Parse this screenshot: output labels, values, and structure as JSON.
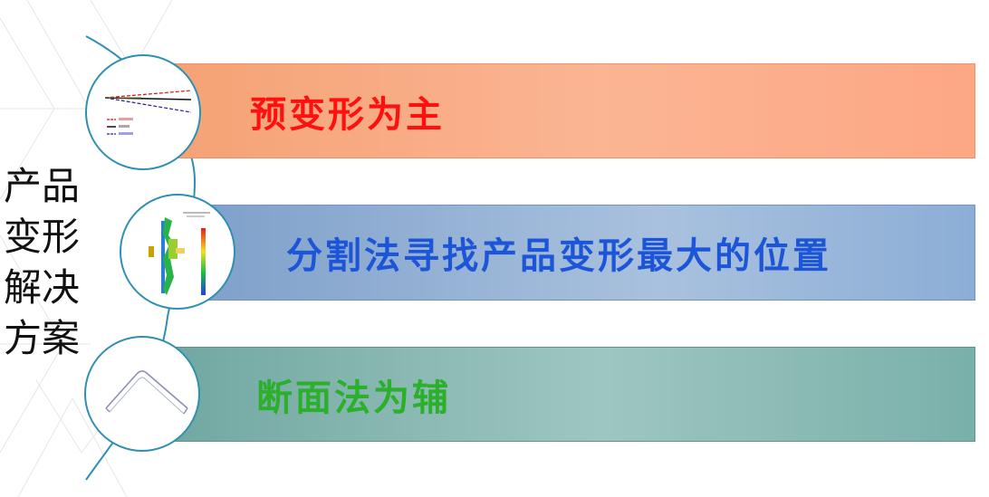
{
  "side_title": "产品变形解决方案",
  "bands": [
    {
      "label": "预变形为主",
      "color": "#ff1010"
    },
    {
      "label": "分割法寻找产品变形最大的位置",
      "color": "#1d55d8"
    },
    {
      "label": "断面法为辅",
      "color": "#2bb02b"
    }
  ],
  "thumbnails": {
    "first": "deformation-line-chart-thumbnail",
    "second": "fea-simulation-contour-thumbnail",
    "third": "cross-section-profile-thumbnail"
  },
  "colors": {
    "circle_border": "#2f8fb3",
    "band1": "#fbb593",
    "band2": "#a9c1de",
    "band3": "#9ec6c0"
  }
}
